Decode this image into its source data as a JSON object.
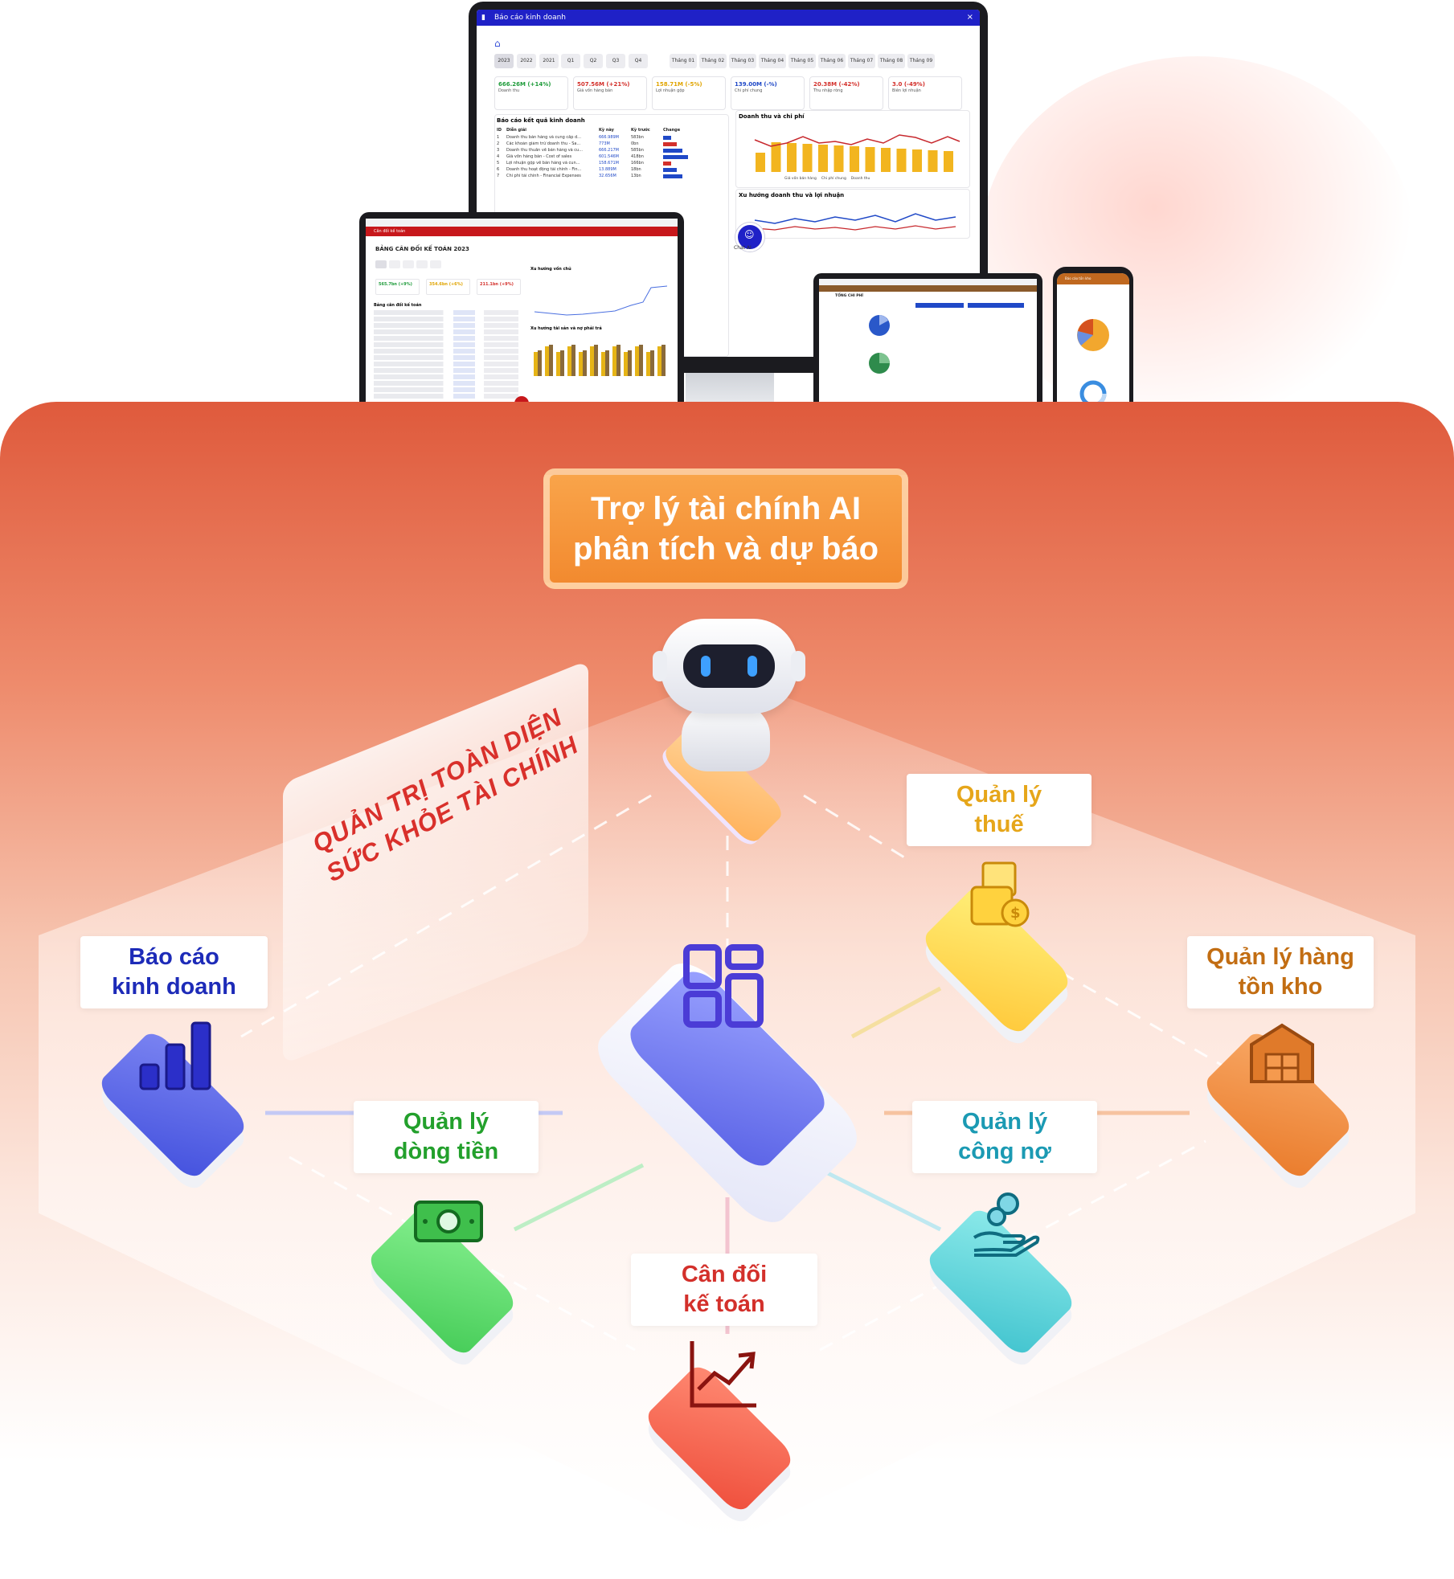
{
  "devices": {
    "monitor": {
      "title": "Báo cáo kinh doanh",
      "years": [
        "2023",
        "2022",
        "2021"
      ],
      "quarters": [
        "Q1",
        "Q2",
        "Q3",
        "Q4"
      ],
      "months": [
        "Tháng 01",
        "Tháng 02",
        "Tháng 03",
        "Tháng 04",
        "Tháng 05",
        "Tháng 06",
        "Tháng 07",
        "Tháng 08",
        "Tháng 09"
      ],
      "kpis": [
        {
          "value": "666.26M (+14%)",
          "label": "Doanh thu",
          "color": "#1e9b3a"
        },
        {
          "value": "507.56M (+21%)",
          "label": "Giá vốn hàng bán",
          "color": "#d3302b"
        },
        {
          "value": "158.71M (-5%)",
          "label": "Lợi nhuận gộp",
          "color": "#e0a400"
        },
        {
          "value": "139.00M (-%)",
          "label": "Chi phí chung",
          "color": "#2049c7"
        },
        {
          "value": "20.38M (-42%)",
          "label": "Thu nhập ròng",
          "color": "#d3302b"
        },
        {
          "value": "3.0 (-49%)",
          "label": "Biên lợi nhuận",
          "color": "#d3302b"
        }
      ],
      "report_title": "Báo cáo kết quả kinh doanh",
      "report_headers": [
        "ID",
        "Diễn giải",
        "Kỳ này",
        "Kỳ trước",
        "Change"
      ],
      "report_rows": [
        [
          "1",
          "Doanh thu bán hàng và cung cấp d...",
          "666.989M",
          "583bn"
        ],
        [
          "2",
          "Các khoản giảm trừ doanh thu - Sa...",
          "773M",
          "0bn"
        ],
        [
          "3",
          "Doanh thu thuần về bán hàng và cu...",
          "666.217M",
          "585bn"
        ],
        [
          "4",
          "Giá vốn hàng bán - Cost of sales",
          "601.546M",
          "418bn"
        ],
        [
          "5",
          "Lợi nhuận gộp về bán hàng và cun...",
          "158.671M",
          "166bn"
        ],
        [
          "6",
          "Doanh thu hoạt động tài chính - Fin...",
          "13.889M",
          "18bn"
        ],
        [
          "7",
          "Chi phí tài chính - Financial Expenses",
          "32.656M",
          "13bn"
        ]
      ],
      "chart1_title": "Doanh thu và chi phí",
      "chart1_legend": [
        "Giá vốn bán hàng",
        "Chi phí chung",
        "Doanh thu"
      ],
      "chart2_title": "Xu hướng doanh thu và lợi nhuận",
      "chat_label": "Chat AI"
    },
    "laptop": {
      "title": "Cân đối kế toán",
      "heading": "BẢNG CÂN ĐỐI KẾ TOÁN 2023",
      "kpis": [
        "565.7bn (+9%)",
        "354.6bn (+6%)",
        "211.1bn (+9%)"
      ],
      "chart1_title": "Xu hướng vốn chủ",
      "chart2_title": "Xu hướng tài sản và nợ phải trả",
      "table_title": "Bảng cân đối kế toán"
    },
    "tablet": {
      "title": "TỔNG CHI PHÍ"
    },
    "phone": {
      "title": "Báo cáo tồn kho"
    }
  },
  "banner": {
    "line1": "Trợ lý tài chính AI",
    "line2": "phân tích và dự báo"
  },
  "slogan": {
    "line1": "QUẢN TRỊ TOÀN DIỆN",
    "line2": "SỨC KHỎE TÀI CHÍNH"
  },
  "modules": {
    "bao_cao": {
      "line1": "Báo cáo",
      "line2": "kinh doanh",
      "color": "#1d2bb8"
    },
    "thue": {
      "line1": "Quản lý",
      "line2": "thuế",
      "color": "#e6a61a"
    },
    "ton_kho": {
      "line1": "Quản lý hàng",
      "line2": "tồn kho",
      "color": "#c26d12"
    },
    "dong_tien": {
      "line1": "Quản lý",
      "line2": "dòng tiền",
      "color": "#23a02c"
    },
    "cong_no": {
      "line1": "Quản lý",
      "line2": "công nợ",
      "color": "#1b9ab3"
    },
    "can_doi": {
      "line1": "Cân đối",
      "line2": "kế toán",
      "color": "#d3302b"
    }
  },
  "tile_colors": {
    "blue": "#5561e8",
    "yellow": "#ffd84a",
    "orange": "#f08a3c",
    "green": "#54d86a",
    "cyan": "#58d6d6",
    "red": "#f4654f",
    "center": "#6f78f0",
    "robot_base": "#ffcf8a"
  }
}
